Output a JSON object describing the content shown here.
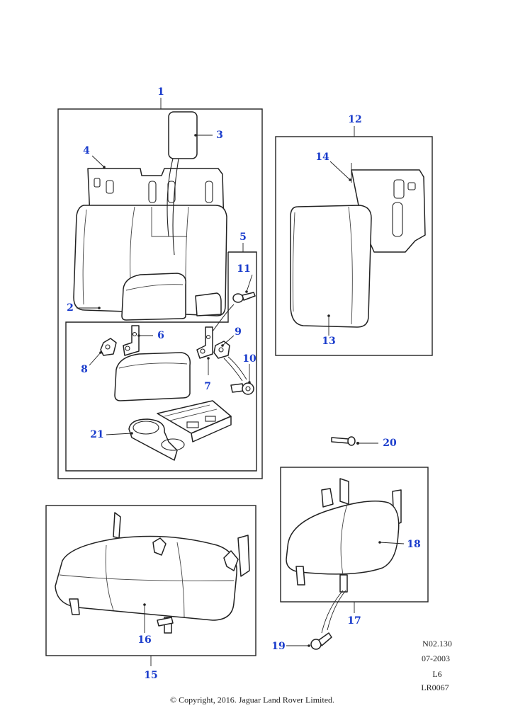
{
  "callouts": {
    "c1": "1",
    "c2": "2",
    "c3": "3",
    "c4": "4",
    "c5": "5",
    "c6": "6",
    "c7": "7",
    "c8": "8",
    "c9": "9",
    "c10": "10",
    "c11": "11",
    "c12": "12",
    "c13": "13",
    "c14": "14",
    "c15": "15",
    "c16": "16",
    "c17": "17",
    "c18": "18",
    "c19": "19",
    "c20": "20",
    "c21": "21"
  },
  "meta": {
    "ref": "N02.130",
    "date": "07-2003",
    "engine": "L6",
    "code": "LR0067"
  },
  "copyright": "© Copyright, 2016. Jaguar Land Rover Limited.",
  "colors": {
    "callout": "#1a3ccc",
    "line": "#222222"
  }
}
